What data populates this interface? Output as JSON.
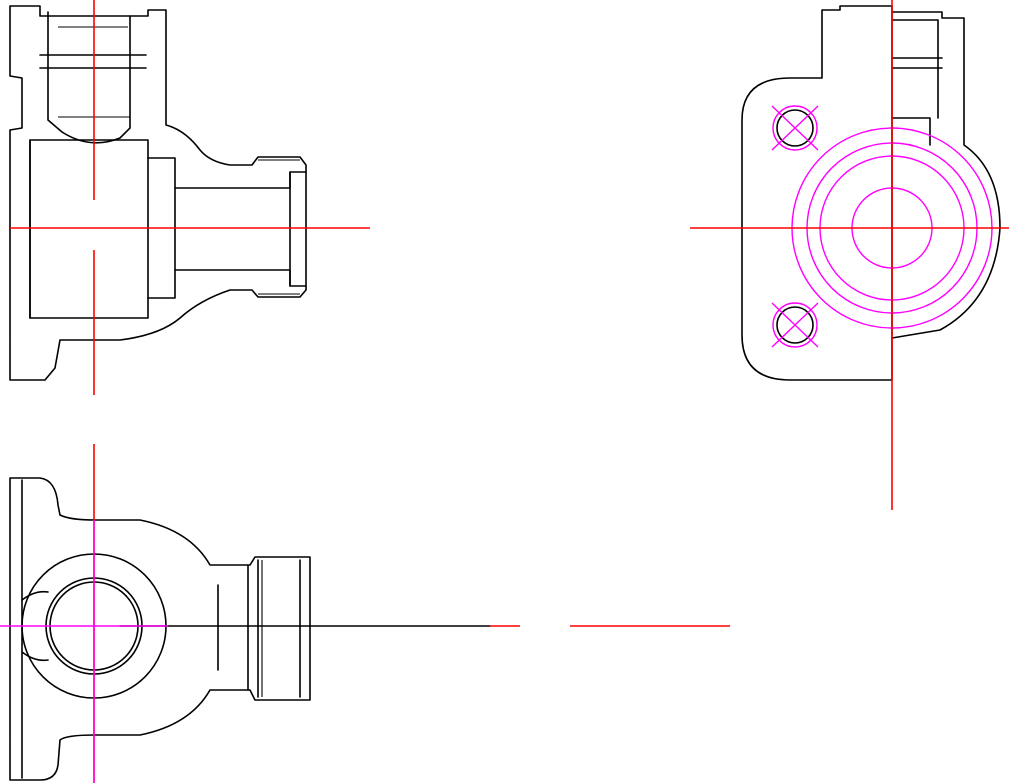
{
  "drawing": {
    "views": [
      {
        "id": "front-section"
      },
      {
        "id": "side-view"
      },
      {
        "id": "top-view"
      }
    ]
  },
  "colors": {
    "object_line": "#000000",
    "center_line": "#ff0000",
    "hidden_line": "#ff00ff",
    "background": "#ffffff"
  }
}
